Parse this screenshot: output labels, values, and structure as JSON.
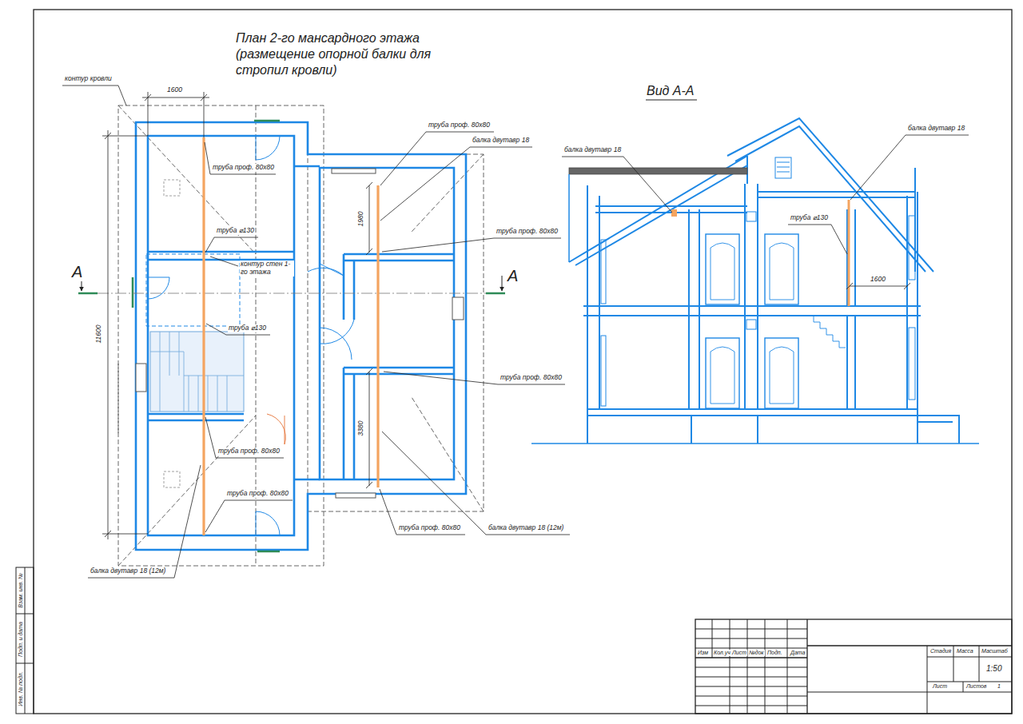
{
  "diagram": {
    "title": "План 2-го мансардного этажа (размещение опорной балки для стропил кровли)",
    "labels": [
      "контур кровли",
      "1600",
      "11600",
      "труба проф. 80х80",
      "труба ⌀130",
      "контур стен 1-го этажа",
      "труба ⌀130",
      "труба проф. 80х80",
      "труба проф. 80х80",
      "балка двутавр 18 (12м)",
      "А",
      "А",
      "труба проф. 80х80",
      "балка двутавр 18",
      "1980",
      "труба проф. 80х80",
      "труба проф. 80х80",
      "3380",
      "труба проф. 80х80",
      "балка двутавр 18 (12м)",
      "Вид А-А",
      "балка двутавр 18",
      "балка двутавр 18",
      "труба ⌀130",
      "1600",
      "Изм",
      "Кол.уч",
      "Лист",
      "№док",
      "Подп.",
      "Дата",
      "Стадия",
      "Масса",
      "Масштаб",
      "1:50",
      "Лист",
      "Листов",
      "1",
      "Инв. № подл.",
      "Подп. и дата",
      "Взам. инв. №"
    ]
  }
}
